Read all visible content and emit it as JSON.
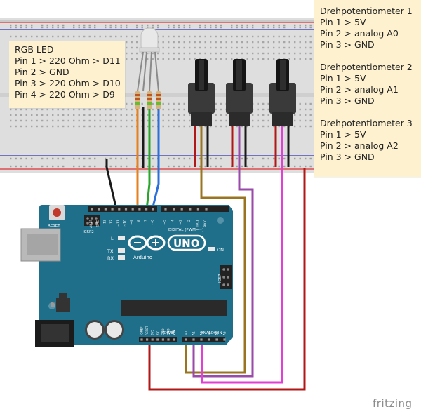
{
  "led_note": {
    "lines": [
      "RGB LED",
      "Pin 1 > 220 Ohm > D11",
      "Pin 2 > GND",
      "Pin 3 > 220 Ohm > D10",
      "Pin 4 > 220 Ohm > D9"
    ]
  },
  "pot_note": {
    "groups": [
      {
        "title": "Drehpotentiometer 1",
        "lines": [
          "Pin 1 > 5V",
          "Pin 2 > analog A0",
          "Pin 3 > GND"
        ]
      },
      {
        "title": "Drehpotentiometer 2",
        "lines": [
          "Pin 1 > 5V",
          "Pin 2 > analog A1",
          "Pin 3 > GND"
        ]
      },
      {
        "title": "Drehpotentiometer 3",
        "lines": [
          "Pin 1 > 5V",
          "Pin 2 > analog A2",
          "Pin 3 > GND"
        ]
      }
    ]
  },
  "arduino": {
    "logo_text": "UNO",
    "brand": "Arduino",
    "reset_label": "RESET",
    "icsp2_label": "ICSP2",
    "icsp_label": "ICSP",
    "digital_label": "DIGITAL (PWM=~)",
    "power_label": "POWER",
    "analog_label": "ANALOG IN",
    "led_l": "L",
    "led_tx": "TX",
    "led_rx": "RX",
    "led_on": "ON",
    "top_pins": [
      "AREF",
      "GND",
      "13",
      "12",
      "~11",
      "~10",
      "~9",
      "8",
      "7",
      "~6",
      "~5",
      "4",
      "~3",
      "2",
      "TX 1",
      "RX 0"
    ],
    "power_pins": [
      "IOREF",
      "RESET",
      "3V3",
      "5V",
      "GND",
      "GND",
      "VIN"
    ],
    "analog_pins": [
      "A0",
      "A1",
      "A2",
      "A3",
      "A4",
      "A5"
    ]
  },
  "colors": {
    "board": "#1f6f8b",
    "breadboard": "#dedede",
    "note": "#fdf1cf",
    "wire_red": "#b01818",
    "wire_black": "#1a1a1a",
    "wire_orange": "#e6801e",
    "wire_green": "#2aa52a",
    "wire_blue": "#2b6fd9",
    "wire_olive": "#9a7420",
    "wire_purple": "#9a4aa8",
    "wire_magenta": "#e23fd6"
  },
  "footer": {
    "brand": "fritzing"
  }
}
